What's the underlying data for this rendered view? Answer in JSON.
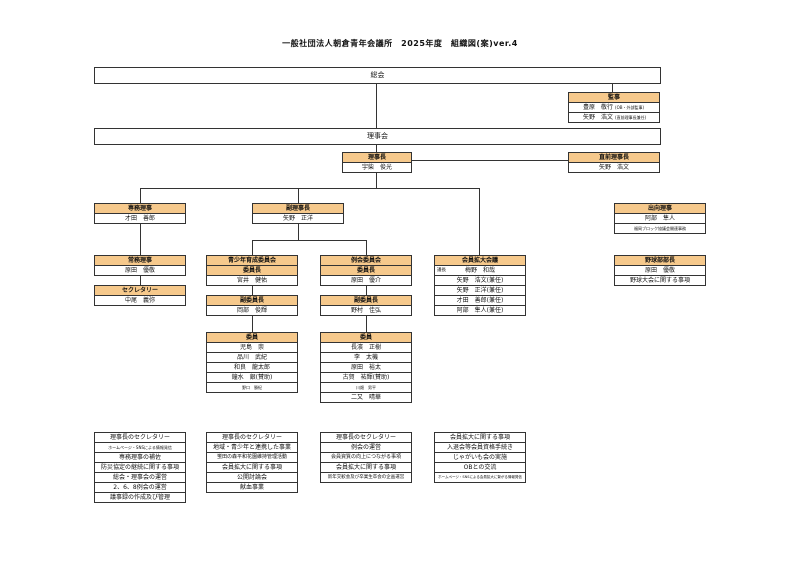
{
  "title": "一般社団法人朝倉青年会議所　2025年度　組織図(案)ver.4",
  "general_assembly": "総会",
  "board": "理事会",
  "auditors": {
    "label": "監事",
    "members": [
      "豊原　敬行",
      "矢野　浩文"
    ],
    "notes": [
      "(OB・外部監事)",
      "(直前理事長兼任)"
    ]
  },
  "president": {
    "label": "理事長",
    "name": "宇柴　俊光"
  },
  "past_president": {
    "label": "直前理事長",
    "name": "矢野　浩文"
  },
  "executive_director": {
    "label": "専務理事",
    "name": "才田　善郎"
  },
  "vice_president": {
    "label": "副理事長",
    "name": "矢野　正洋"
  },
  "seconded": {
    "label": "出向理事",
    "name": "阿部　隼人",
    "note": "福岡ブロック協議会開連事務"
  },
  "managing_director": {
    "label": "常務理事",
    "name": "原田　優敬"
  },
  "secretary": {
    "label": "セクレタリー",
    "name": "中尾　義弥"
  },
  "baseball": {
    "label": "野球部部長",
    "name": "原田　優敬",
    "duty": "野球大会に関する事項"
  },
  "youth_committee": {
    "label": "青少年育成委員会",
    "chair_label": "委員長",
    "chair": "宮井　健佑",
    "vice_label": "副委員長",
    "vice": "岡部　俊輝",
    "members_label": "委員",
    "members": [
      "児島　崇",
      "品川　武紀",
      "和良　龍太郎",
      "鐘水　銀(賛助)",
      "野口　勝紀"
    ]
  },
  "regular_committee": {
    "label": "例会委員会",
    "chair_label": "委員長",
    "chair": "原田　優介",
    "vice_label": "副委員長",
    "vice": "野村　佳弘",
    "members_label": "委員",
    "members": [
      "長濱　正樹",
      "李　太機",
      "原田　裕太",
      "古賀　祐輝(賛助)",
      "川畑　男平",
      "二又　晴華"
    ]
  },
  "expansion_meeting": {
    "label": "会員拡大会議",
    "chair_prefix": "議長",
    "chair": "梅野　和哉",
    "members": [
      "矢野　浩文(兼任)",
      "矢野　正洋(兼任)",
      "才田　善郎(兼任)",
      "阿部　隼人(兼任)"
    ]
  },
  "duties": {
    "col1": [
      "理事長のセクレタリー",
      "ホームページ・SNSによる情報発信",
      "専務理事の補佐",
      "防災協定の継続に関する事項",
      "総会・理事会の運営",
      "2、6、8例会の運営",
      "議事録の作成及び管理"
    ],
    "col2": [
      "理事長のセクレタリー",
      "地域・青少年と連携した事業",
      "蛍田の森平和花園維持管理活動",
      "会員拡大に関する事項",
      "公開討論会",
      "献血事業"
    ],
    "col3": [
      "理事長のセクレタリー",
      "例会の運営",
      "会員資質の向上につながる事項",
      "会員拡大に関する事項",
      "新年交歓会及び卒業生卒会の企画運営"
    ],
    "col4": [
      "会員拡大に関する事項",
      "入退会等会員資格手続き",
      "じゃがいも会の実施",
      "OBとの交流",
      "ホームページ・SNSによる会員拡大に繋がる情報発信"
    ]
  }
}
